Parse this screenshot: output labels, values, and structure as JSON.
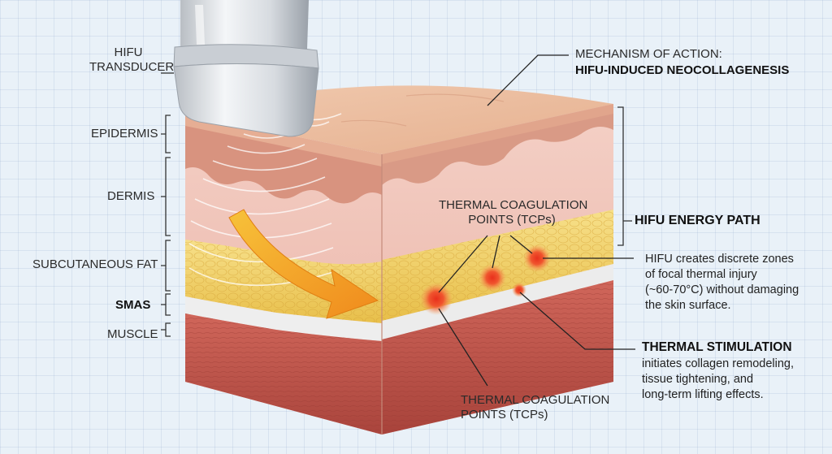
{
  "left_labels": {
    "transducer_line1": "HIFU",
    "transducer_line2": "TRANSDUCER",
    "epidermis": "EPIDERMIS",
    "dermis": "DERMIS",
    "subcutaneous_fat": "SUBCUTANEOUS FAT",
    "smas": "SMAS",
    "muscle": "MUSCLE"
  },
  "mechanism": {
    "line1": "MECHANISM OF ACTION:",
    "line2": "HIFU-INDUCED NEOCOLLAGENESIS"
  },
  "energy_path": "HIFU ENERGY PATH",
  "tcp_upper": {
    "line1": "THERMAL COAGULATION",
    "line2": "POINTS (TCPs)"
  },
  "tcp_lower": {
    "line1": "THERMAL COAGULATION",
    "line2": "POINTS (TCPs)"
  },
  "hifu_desc": [
    "HIFU creates discrete zones",
    "of focal thermal injury",
    "(~60-70°C) without damaging",
    "the skin surface."
  ],
  "thermal_stim": {
    "title": "THERMAL STIMULATION",
    "lines": [
      "initiates collagen remodeling,",
      "tissue tightening, and",
      "long-term lifting effects."
    ]
  },
  "colors": {
    "epidermis": "#e8b79b",
    "dermis": "#f0c3b8",
    "fat": "#f0d36a",
    "smas": "#eaeaea",
    "muscle": "#c2554a",
    "arrow": "#f5a623",
    "tcp": "#e8482a"
  }
}
